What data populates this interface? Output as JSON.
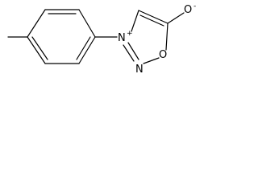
{
  "structure": {
    "colors": {
      "bond": "#000000",
      "label": "#000000",
      "background": "#ffffff"
    },
    "atoms": {
      "n_cationic": {
        "symbol": "N",
        "charge": "+"
      },
      "n_ring": {
        "symbol": "N"
      },
      "o_ring": {
        "symbol": "O"
      },
      "o_exocyclic": {
        "symbol": "O",
        "charge": "-"
      }
    }
  }
}
